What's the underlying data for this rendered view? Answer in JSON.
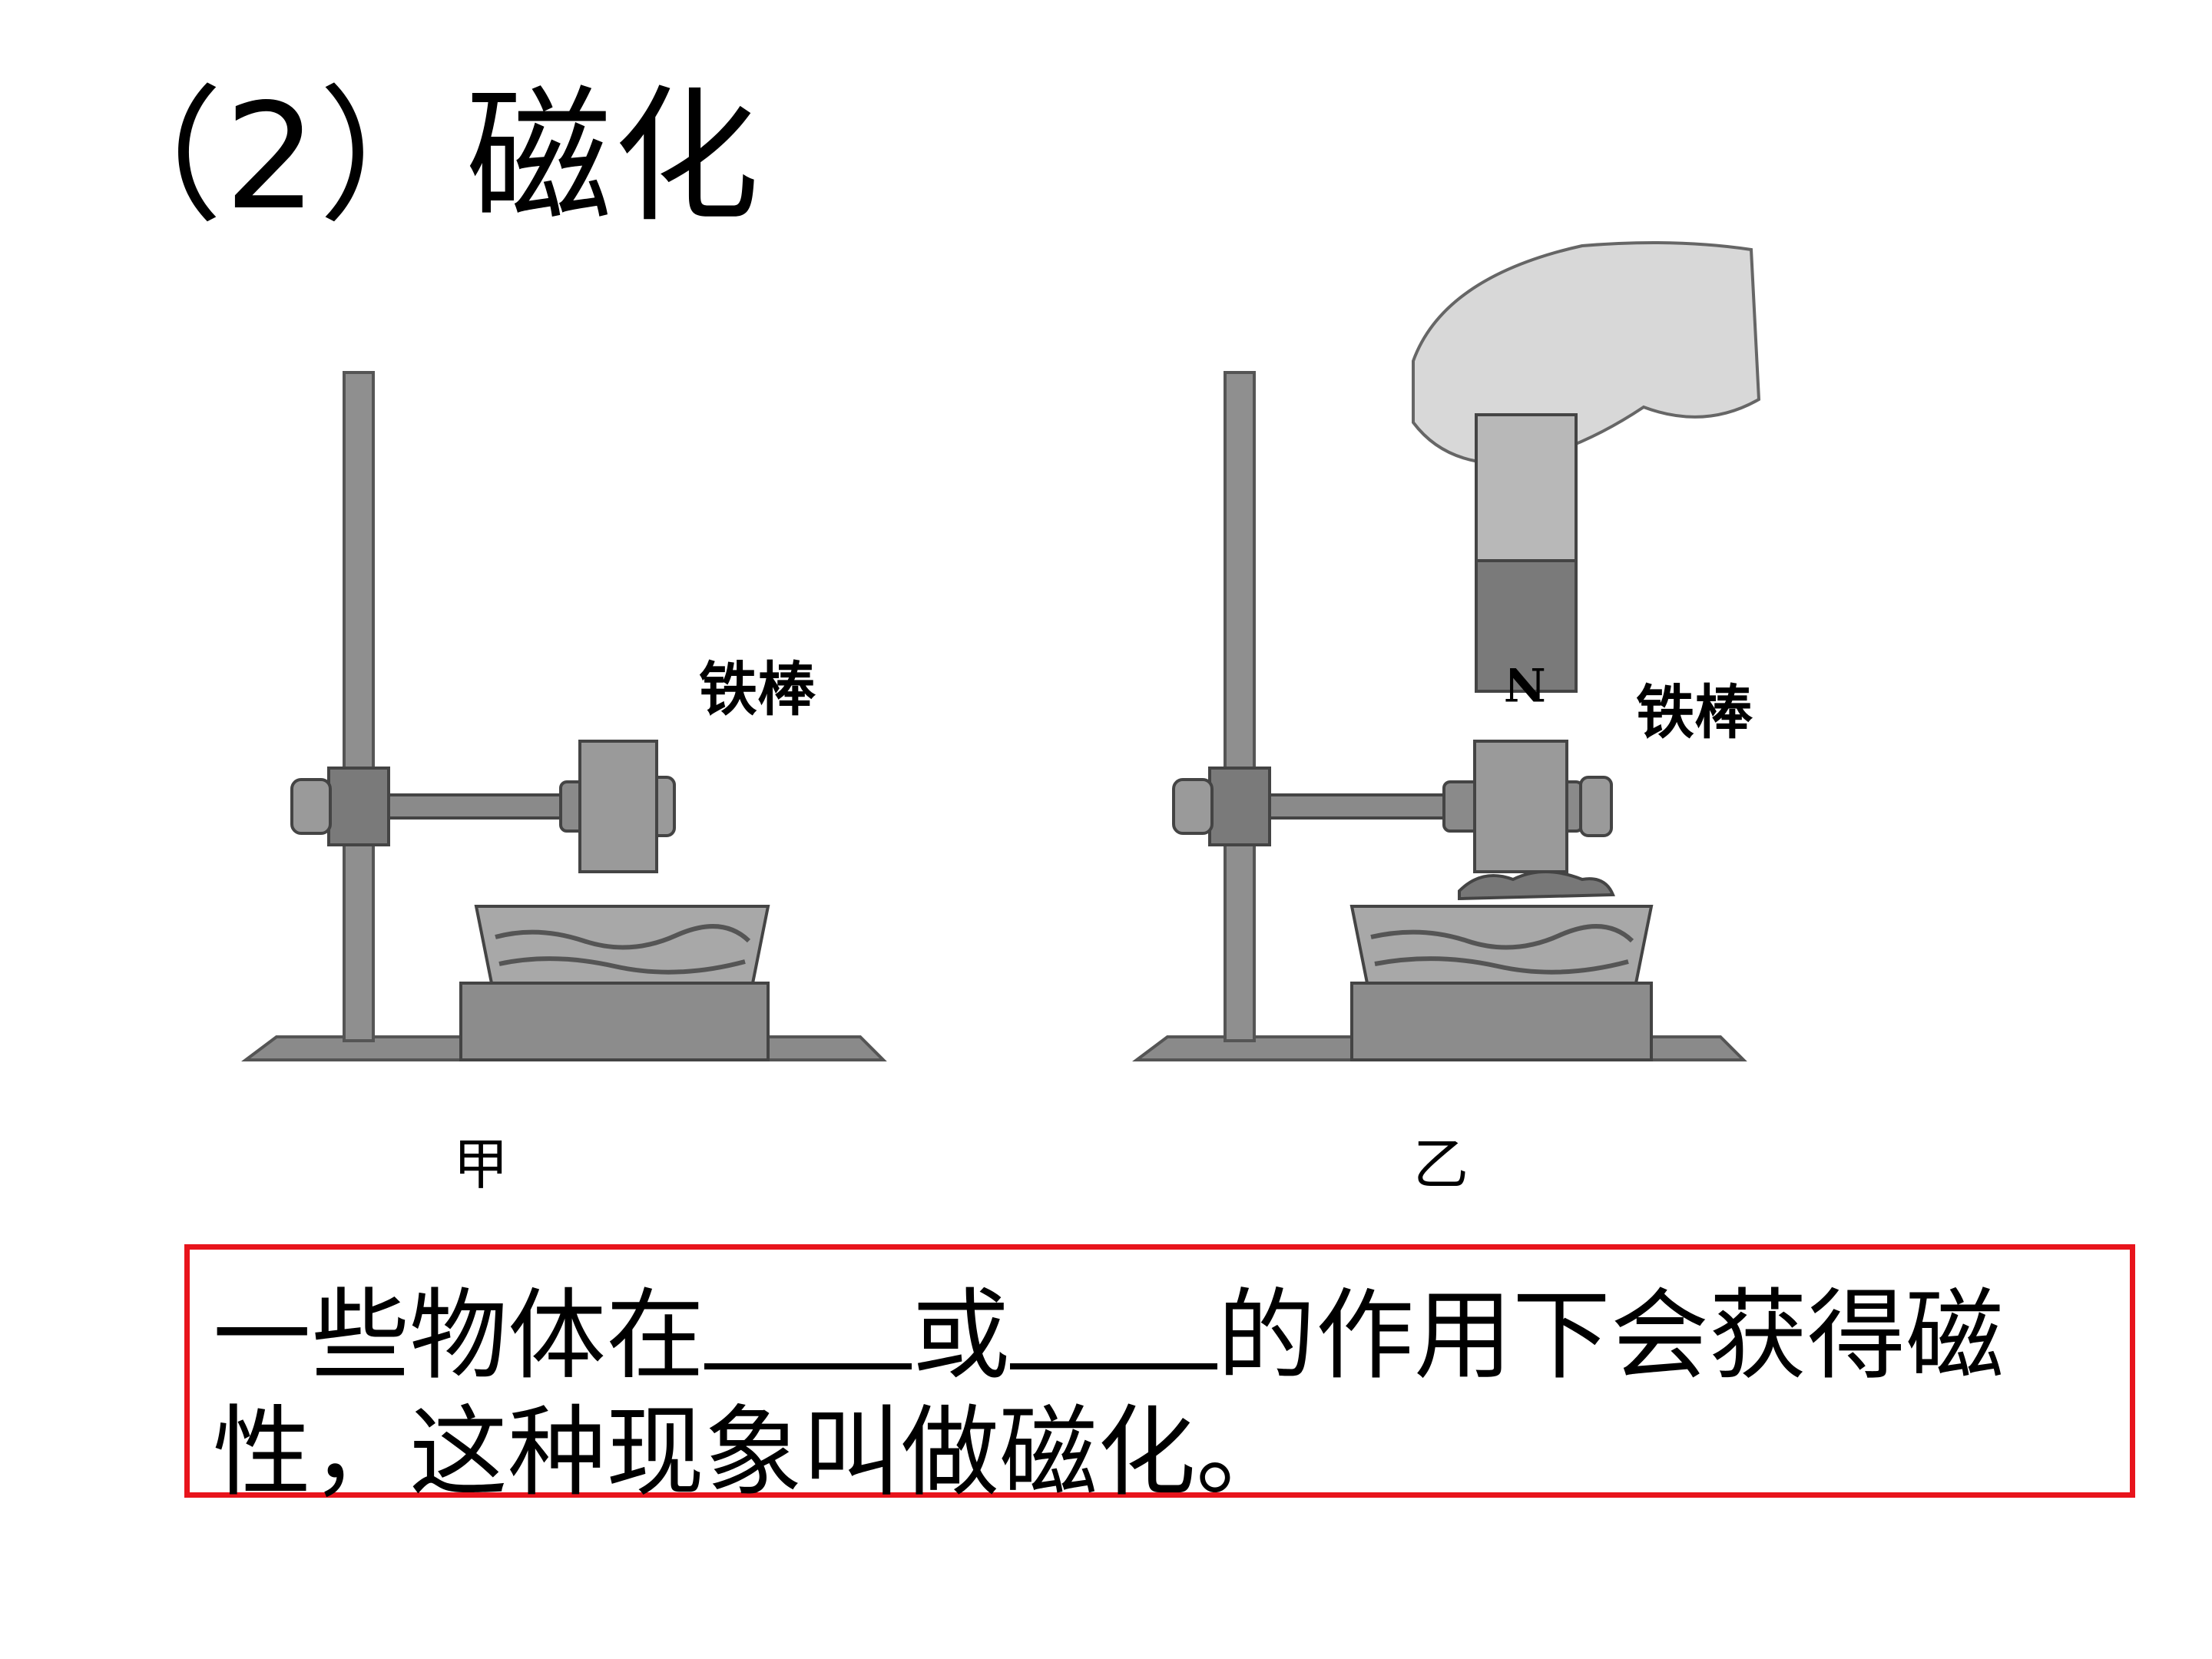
{
  "title": "（2）磁化",
  "figure_left": {
    "bar_label": "铁棒",
    "caption": "甲"
  },
  "figure_right": {
    "bar_label": "铁棒",
    "caption": "乙",
    "magnet_pole": "N"
  },
  "statement": {
    "part1": "一些物体在",
    "part2": "或",
    "part3": "的作用下会获得磁",
    "part4": "性，这种现象叫做磁化。"
  },
  "colors": {
    "box_border": "#e8141c",
    "apparatus": "#8a8a8a",
    "apparatus_dark": "#555555"
  }
}
